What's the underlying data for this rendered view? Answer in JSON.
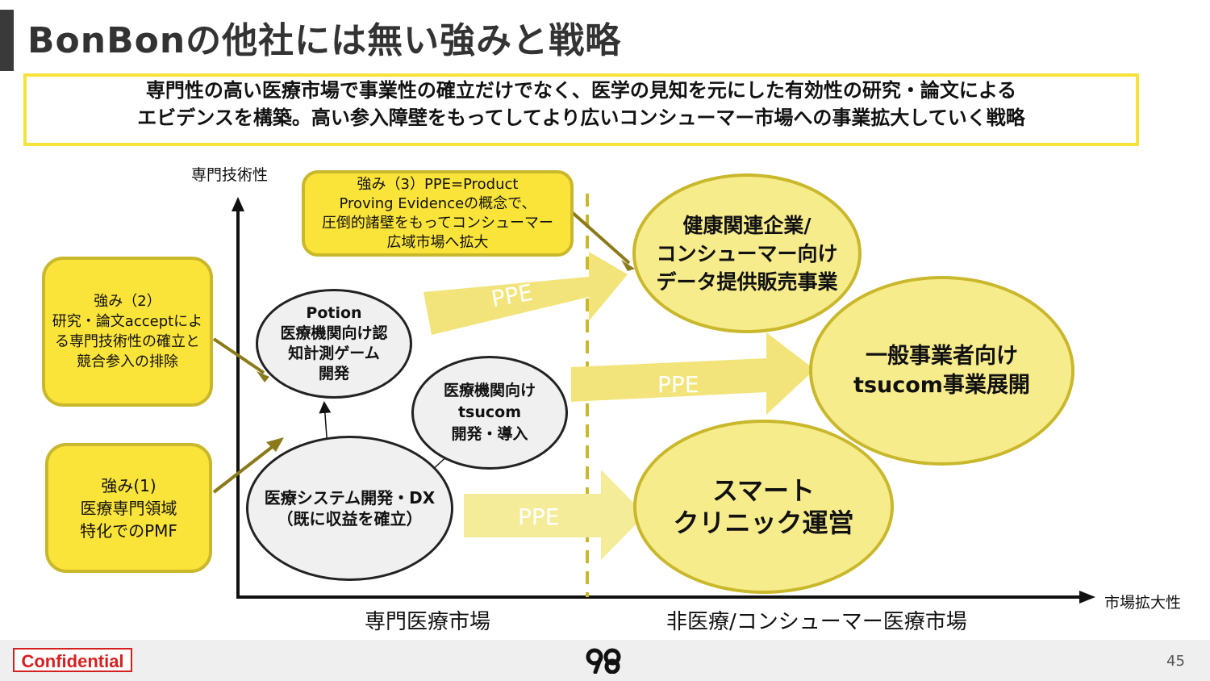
{
  "title": "BonBonの他社には無い強みと戦略",
  "summary": {
    "line1": "専門性の高い医療市場で事業性の確立だけでなく、医学の見知を元にした有効性の研究・論文による",
    "line2": "エビデンスを構築。高い参入障壁をもってしてより広いコンシューマー市場への事業拡大していく戦略"
  },
  "axes": {
    "y_label": "専門技術性",
    "x_label": "市場拡大性",
    "left_market": "専門医療市場",
    "right_market": "非医療/コンシューマー医療市場"
  },
  "strengths": {
    "s1": [
      "強み(1)",
      "医療専門領域",
      "特化でのPMF"
    ],
    "s2": [
      "強み（2）",
      "研究・論文acceptによ",
      "る専門技術性の確立と",
      "競合参入の排除"
    ],
    "s3": [
      "強み（3）PPE=Product",
      "Proving Evidenceの概念で、",
      "圧倒的諸壁をもってコンシューマー",
      "広域市場へ拡大"
    ]
  },
  "nodes": {
    "dx": [
      "医療システム開発・DX",
      "（既に収益を確立）"
    ],
    "potion": [
      "Potion",
      "医療機関向け認",
      "知計測ゲーム",
      "開発"
    ],
    "tsucom_med": [
      "医療機関向け",
      "tsucom",
      "開発・導入"
    ],
    "smart_clinic": [
      "スマート",
      "クリニック運営"
    ],
    "general": [
      "一般事業者向け",
      "tsucom事業展開"
    ],
    "health": [
      "健康関連企業/",
      "コンシューマー向け",
      "データ提供販売事業"
    ]
  },
  "arrow_labels": {
    "a1": "PPE",
    "a2": "PPE",
    "a3": "PPE"
  },
  "footer": {
    "confidential": "Confidential",
    "page": "45",
    "logo_icon": "bonbon-logo-icon"
  },
  "colors": {
    "accent_yellow": "#fbe43a",
    "light_yellow": "#f7ec8c",
    "border_olive": "#c9b72c",
    "confidential_red": "#d62020"
  }
}
